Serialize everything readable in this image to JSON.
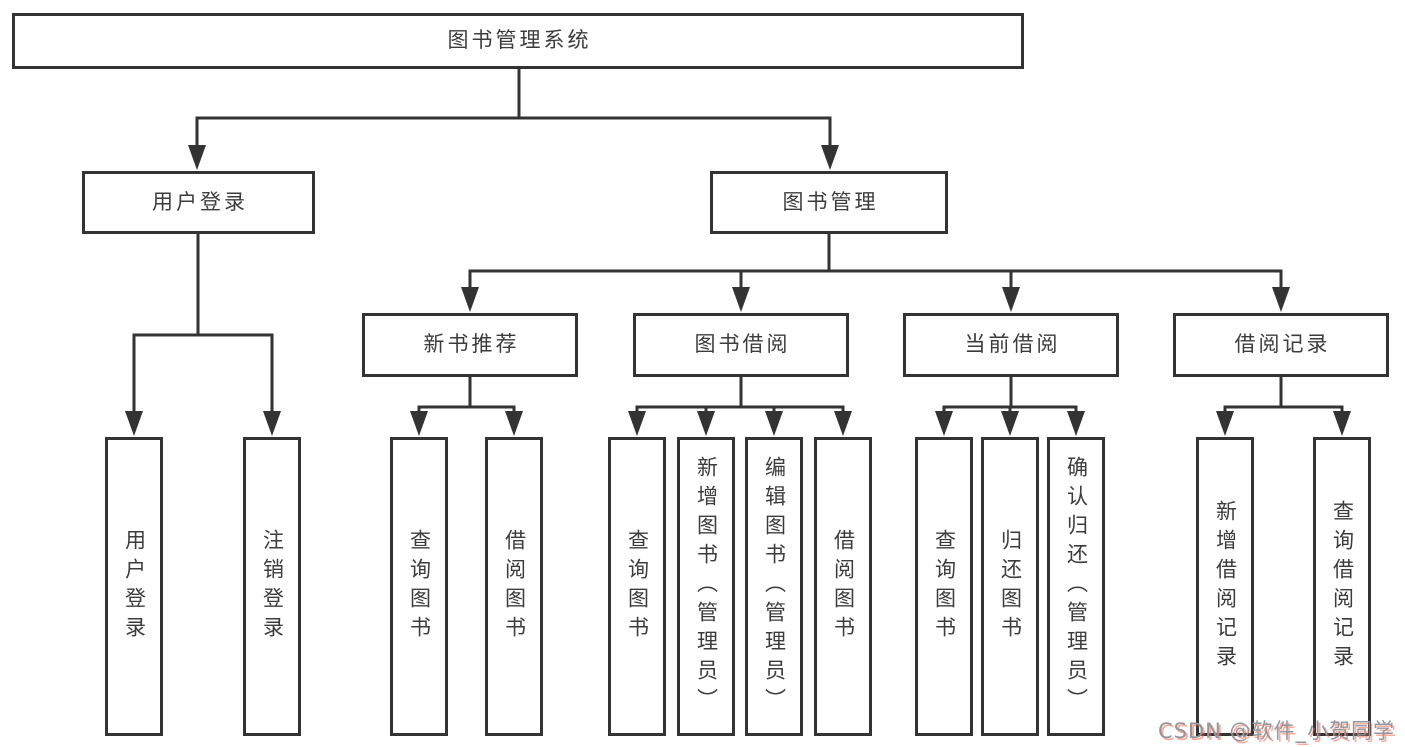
{
  "tree": {
    "root": {
      "label": "图书管理系统",
      "children": [
        {
          "label": "用户登录",
          "children": [
            {
              "label": "用户登录"
            },
            {
              "label": "注销登录"
            }
          ]
        },
        {
          "label": "图书管理",
          "children": [
            {
              "label": "新书推荐",
              "children": [
                {
                  "label": "查询图书"
                },
                {
                  "label": "借阅图书"
                }
              ]
            },
            {
              "label": "图书借阅",
              "children": [
                {
                  "label": "查询图书"
                },
                {
                  "label": "新增图书（管理员）"
                },
                {
                  "label": "编辑图书（管理员）"
                },
                {
                  "label": "借阅图书"
                }
              ]
            },
            {
              "label": "当前借阅",
              "children": [
                {
                  "label": "查询图书"
                },
                {
                  "label": "归还图书"
                },
                {
                  "label": "确认归还（管理员）"
                }
              ]
            },
            {
              "label": "借阅记录",
              "children": [
                {
                  "label": "新增借阅记录"
                },
                {
                  "label": "查询借阅记录"
                }
              ]
            }
          ]
        }
      ]
    }
  },
  "watermark": {
    "text": "CSDN @软件_小贺同学"
  },
  "colors": {
    "line": "#333333",
    "box_border": "#333333",
    "text": "#3c3c3c",
    "background": "#ffffff",
    "watermark_gray": "#9097a0",
    "watermark_red": "#fc5531"
  }
}
